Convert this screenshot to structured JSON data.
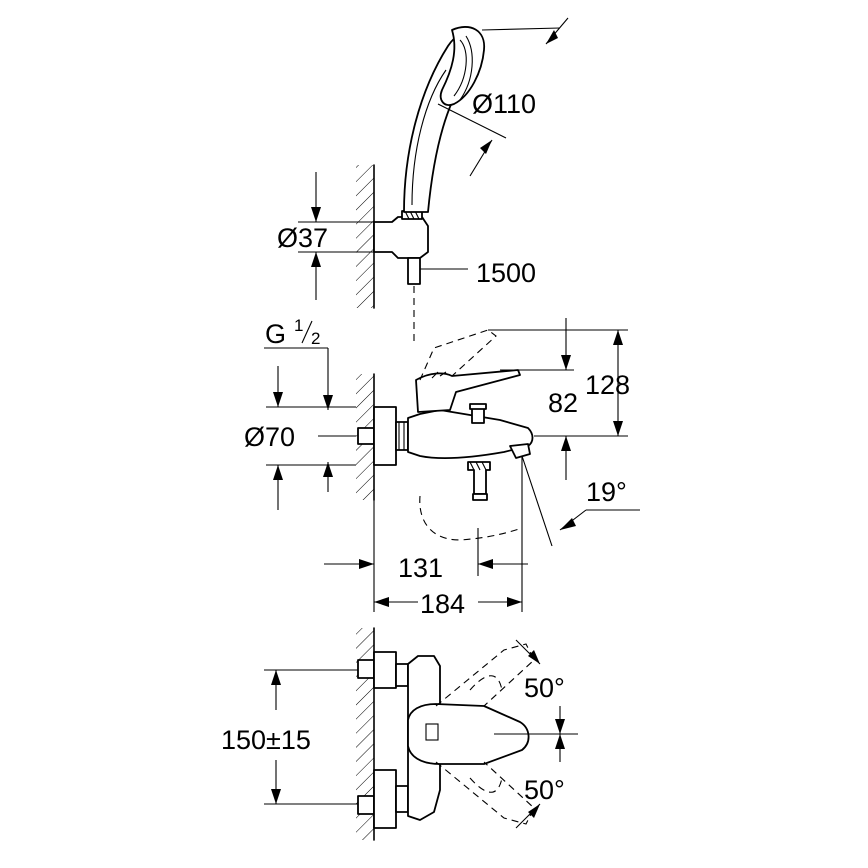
{
  "dimensions": {
    "hand_shower_diameter": "Ø110",
    "holder_diameter": "Ø37",
    "hose_length": "1500",
    "thread_main": "G",
    "thread_sup": "1",
    "thread_sub": "2",
    "rosette_diameter": "Ø70",
    "lever_height": "82",
    "total_height": "128",
    "spout_angle": "19°",
    "spout_projection": "131",
    "total_depth": "184",
    "lever_angle_top": "50°",
    "lever_angle_bottom": "50°",
    "centre_distance": "150±15"
  }
}
